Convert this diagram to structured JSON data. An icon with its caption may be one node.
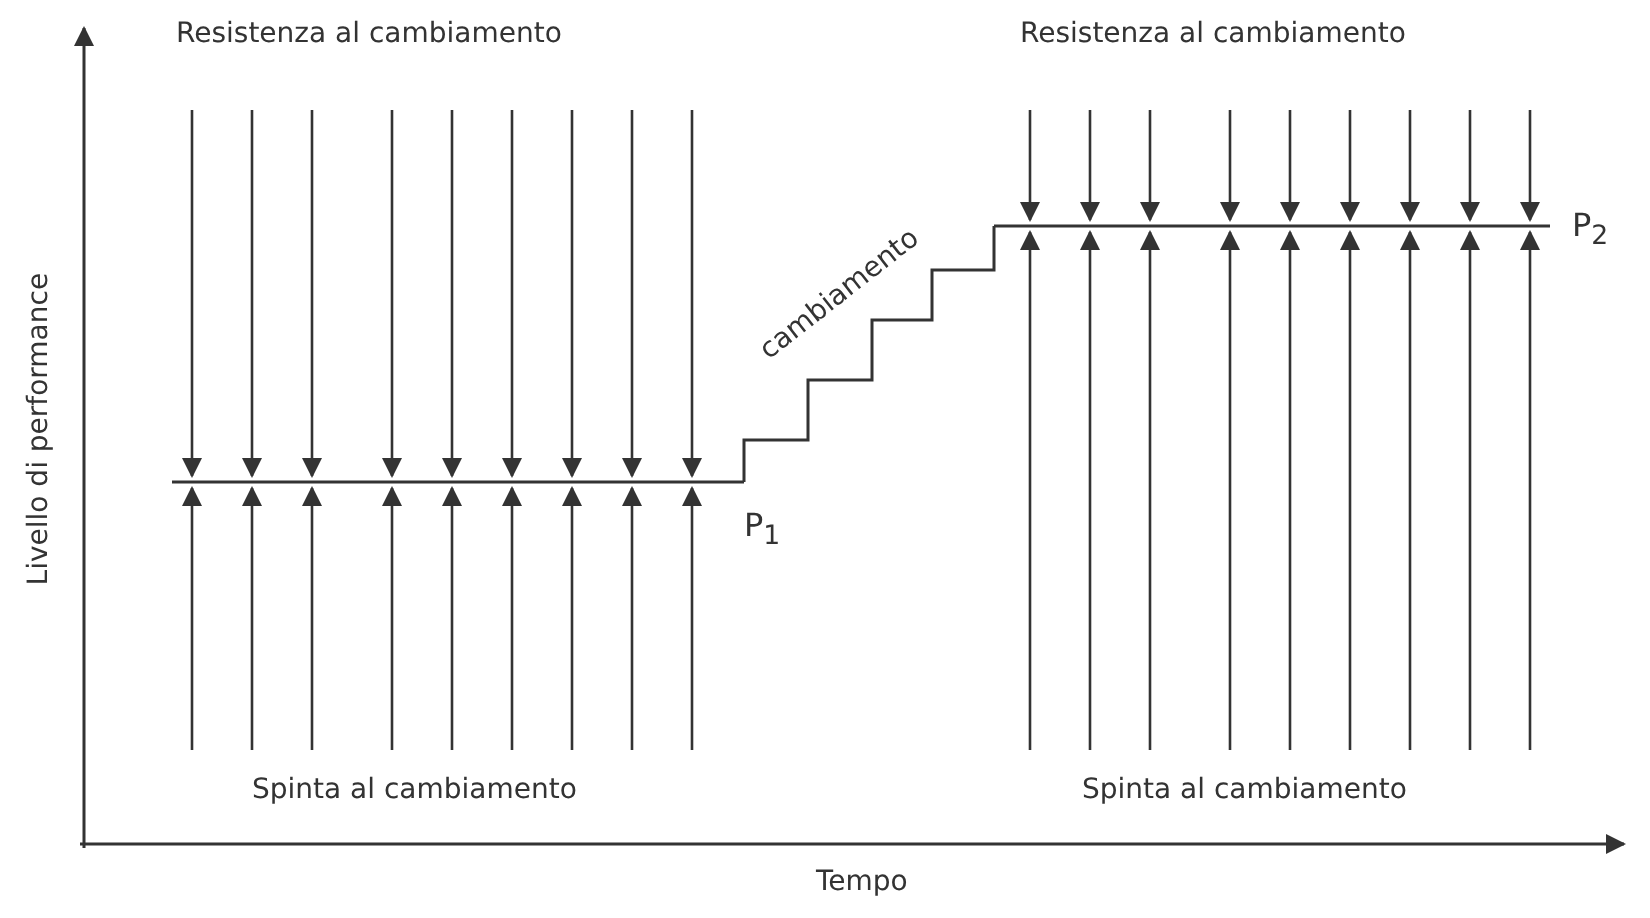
{
  "diagram": {
    "labels": [
      "Resistenza al cambiamento",
      "Resistenza al cambiamento",
      "cambiamento",
      "P$_{2}$",
      "Livello di performance",
      "P$_{1}$",
      "Spinta al cambiamento",
      "Spinta al cambiamento",
      "Tempo"
    ]
  }
}
